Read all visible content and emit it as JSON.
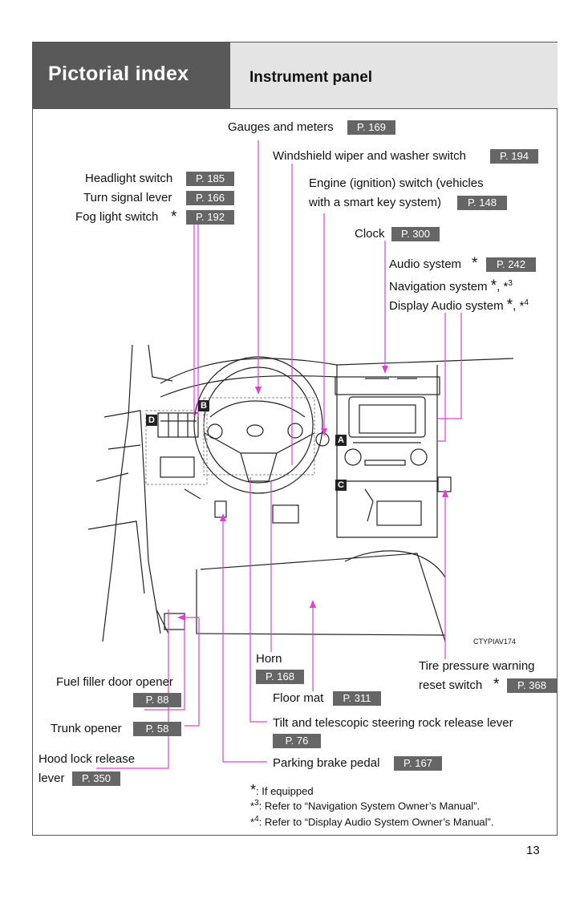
{
  "header": {
    "section": "Pictorial index",
    "title": "Instrument panel"
  },
  "labels": {
    "gauges": "Gauges and meters",
    "gauges_page": "P. 169",
    "wiper": "Windshield wiper and washer switch",
    "wiper_page": "P. 194",
    "headlight": "Headlight switch",
    "headlight_page": "P. 185",
    "turn": "Turn signal lever",
    "turn_page": "P. 166",
    "fog": "Fog light switch",
    "fog_page": "P. 192",
    "engine_line1": "Engine (ignition) switch (vehicles",
    "engine_line2": "with a smart key system)",
    "engine_page": "P. 148",
    "clock": "Clock",
    "clock_page": "P. 300",
    "audio": "Audio system",
    "audio_page": "P. 242",
    "nav": "Navigation system",
    "nav_sup": "3",
    "display": "Display Audio system",
    "display_sup": "4",
    "horn": "Horn",
    "horn_page": "P. 168",
    "fuel": "Fuel filler door opener",
    "fuel_page": "P. 88",
    "floor": "Floor mat",
    "floor_page": "P. 311",
    "tire_line1": "Tire pressure warning",
    "tire_line2": "reset switch",
    "tire_page": "P. 368",
    "tilt": "Tilt and telescopic steering rock release lever",
    "tilt_page": "P. 76",
    "trunk": "Trunk opener",
    "trunk_page": "P. 58",
    "hood_line1": "Hood lock release",
    "hood_line2": "lever",
    "hood_page": "P. 350",
    "parking": "Parking brake pedal",
    "parking_page": "P. 167",
    "star": "*",
    "comma": ",",
    "sup_star": "*"
  },
  "callouts": [
    "A",
    "B",
    "C",
    "D"
  ],
  "image_code": "CTYPIAV174",
  "footnotes": {
    "equipped": ": If equipped",
    "note3": ": Refer to “Navigation System Owner’s Manual”.",
    "note4": ": Refer to “Display Audio System Owner’s Manual”."
  },
  "page_number": "13",
  "colors": {
    "leader": "#e040d0",
    "header_dark": "#595959",
    "header_light": "#e4e4e4",
    "page_tag": "#666666"
  }
}
